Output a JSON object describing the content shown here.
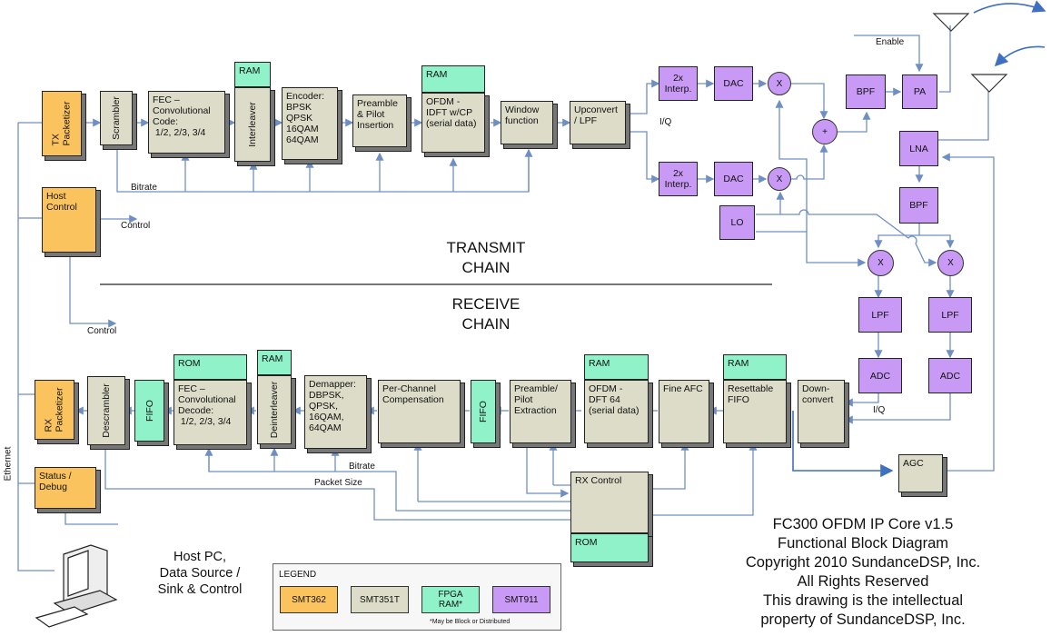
{
  "diagram": {
    "section_labels": {
      "transmit": "TRANSMIT\nCHAIN",
      "receive": "RECEIVE\nCHAIN"
    },
    "colors": {
      "smt362": "#fbc35e",
      "smt351t": "#dcdcc9",
      "fpga_ram": "#8ff2c8",
      "smt911": "#c99af5",
      "wire": "#6f8fc4"
    },
    "tx": {
      "tx_packetizer": "TX\nPacketizer",
      "scrambler": "Scrambler",
      "fec": "FEC –\nConvolutional\nCode:\n 1/2, 2/3, 3/4",
      "interleaver_ram": "RAM",
      "interleaver": "Interleaver",
      "encoder": "Encoder:\nBPSK\nQPSK\n16QAM\n64QAM",
      "preamble": "Preamble\n& Pilot\nInsertion",
      "ofdm_ram": "RAM",
      "ofdm": "OFDM -\nIDFT w/CP\n(serial data)",
      "window": "Window\nfunction",
      "upconvert": "Upconvert\n/ LPF",
      "bitrate": "Bitrate",
      "iq": "I/Q"
    },
    "host": {
      "host_control": "Host\nControl",
      "control1": "Control",
      "control2": "Control",
      "ethernet": "Ethernet",
      "pc_label": "Host PC,\nData Source /\nSink & Control"
    },
    "rf": {
      "interp1": "2x\nInterp.",
      "interp2": "2x\nInterp.",
      "dac1": "DAC",
      "dac2": "DAC",
      "mix1": "X",
      "mix2": "X",
      "sum": "+",
      "lo": "LO",
      "bpf_tx": "BPF",
      "pa": "PA",
      "enable": "Enable",
      "lna": "LNA",
      "bpf_rx": "BPF",
      "mix3": "X",
      "mix4": "X",
      "lpf1": "LPF",
      "lpf2": "LPF",
      "adc1": "ADC",
      "adc2": "ADC",
      "iq": "I/Q"
    },
    "rx": {
      "rx_packetizer": "RX\nPacketizer",
      "status": "Status /\nDebug",
      "descrambler": "Descrambler",
      "fifo1": "FIFO",
      "fec_rom": "ROM",
      "fec": "FEC –\nConvolutional\nDecode:\n 1/2, 2/3, 3/4",
      "deint_ram": "RAM",
      "deinterleaver": "Deinterleaver",
      "demapper": "Demapper:\nDBPSK,\nQPSK,\n16QAM,\n64QAM",
      "perchannel": "Per-Channel\nCompensation",
      "fifo2": "FIFO",
      "preamble": "Preamble/\nPilot\nExtraction",
      "ofdm_ram": "RAM",
      "ofdm": "OFDM -\nDFT 64\n(serial data)",
      "fineafc": "Fine AFC",
      "fifo_ram": "RAM",
      "resettable": "Resettable\nFIFO",
      "downconvert": "Down-\nconvert",
      "agc": "AGC",
      "rxcontrol": "RX Control",
      "rxcontrol_rom": "ROM",
      "bitrate": "Bitrate",
      "packet_size": "Packet Size"
    },
    "legend": {
      "title": "LEGEND",
      "items": [
        "SMT362",
        "SMT351T",
        "FPGA\nRAM*",
        "SMT911"
      ],
      "footnote": "*May be Block or Distributed"
    },
    "copyright": "FC300 OFDM IP Core v1.5\nFunctional Block Diagram\nCopyright 2010 SundanceDSP, Inc.\nAll Rights Reserved\nThis drawing is the intellectual\nproperty of SundanceDSP, Inc."
  }
}
